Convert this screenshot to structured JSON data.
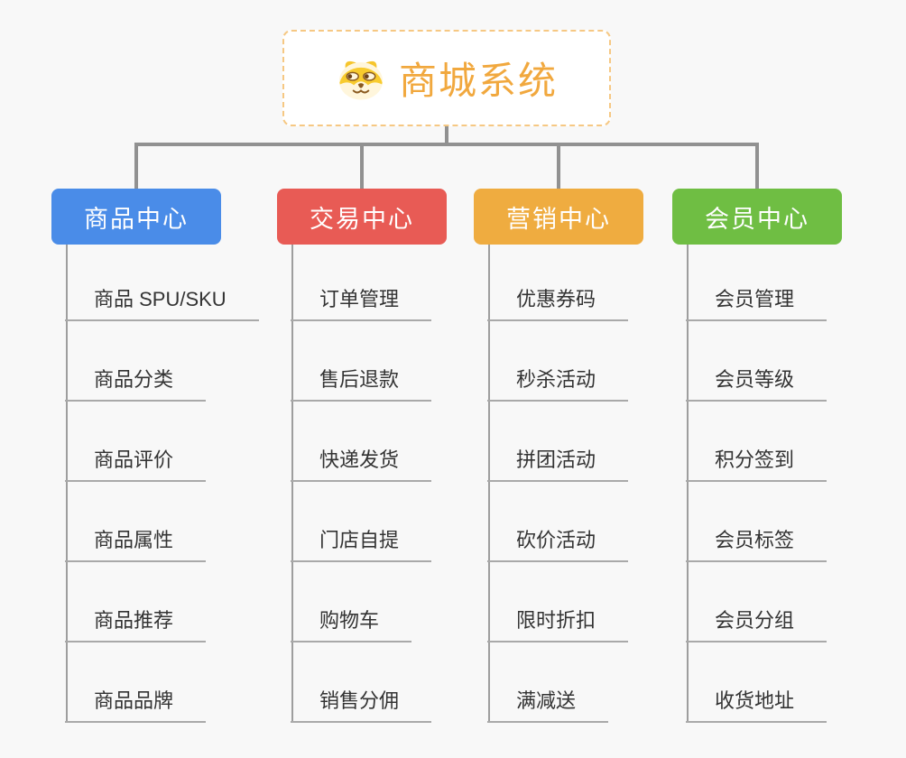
{
  "page": {
    "background": "#f8f8f8"
  },
  "root": {
    "title": "商城系统",
    "text_color": "#F1A83E",
    "border_color": "#F6C883",
    "icon": "shiba-dog-icon"
  },
  "connector_color": "#919191",
  "child_style": {
    "line_color": "#9e9e9e",
    "underline_color": "#a9a9a9",
    "text_color": "#333333"
  },
  "branches": [
    {
      "label": "商品中心",
      "color": "#4A8CE8",
      "children": [
        "商品 SPU/SKU",
        "商品分类",
        "商品评价",
        "商品属性",
        "商品推荐",
        "商品品牌"
      ]
    },
    {
      "label": "交易中心",
      "color": "#E85B55",
      "children": [
        "订单管理",
        "售后退款",
        "快递发货",
        "门店自提",
        "购物车",
        "销售分佣"
      ]
    },
    {
      "label": "营销中心",
      "color": "#EFAC40",
      "children": [
        "优惠券码",
        "秒杀活动",
        "拼团活动",
        "砍价活动",
        "限时折扣",
        "满减送"
      ]
    },
    {
      "label": "会员中心",
      "color": "#6FBE43",
      "children": [
        "会员管理",
        "会员等级",
        "积分签到",
        "会员标签",
        "会员分组",
        "收货地址"
      ]
    }
  ]
}
